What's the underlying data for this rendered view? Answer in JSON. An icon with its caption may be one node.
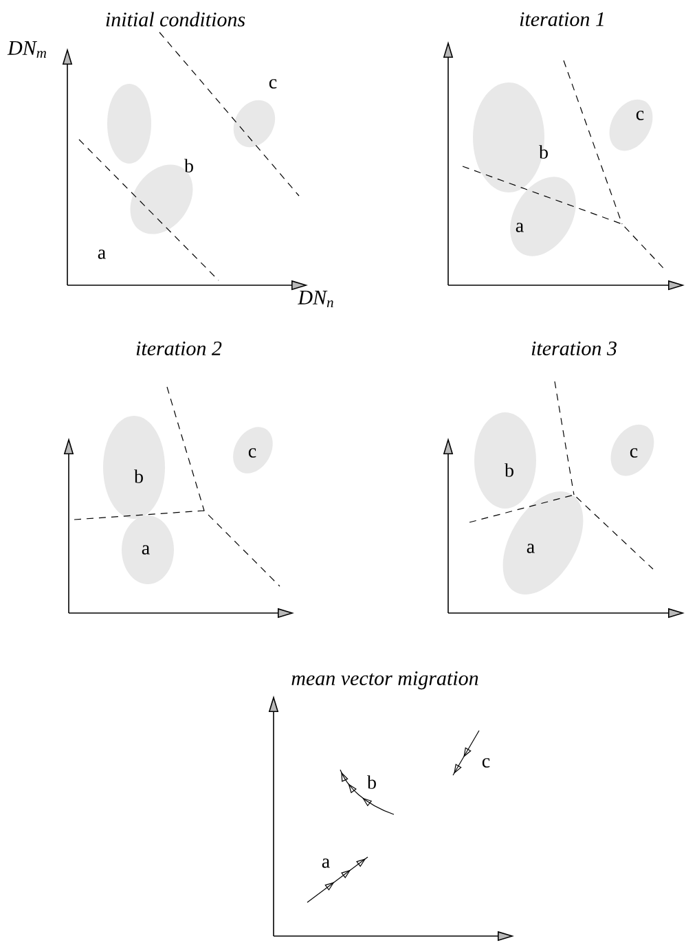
{
  "diagram": {
    "labels": [
      "initial conditions",
      "iteration 1",
      "DN$_{m}$",
      "c",
      "b",
      "a",
      "DN$_{n}$",
      "c",
      "b",
      "a",
      "iteration 2",
      "iteration 3",
      "c",
      "b",
      "a",
      "c",
      "b",
      "a",
      "mean vector migration",
      "b",
      "c",
      "a"
    ]
  }
}
